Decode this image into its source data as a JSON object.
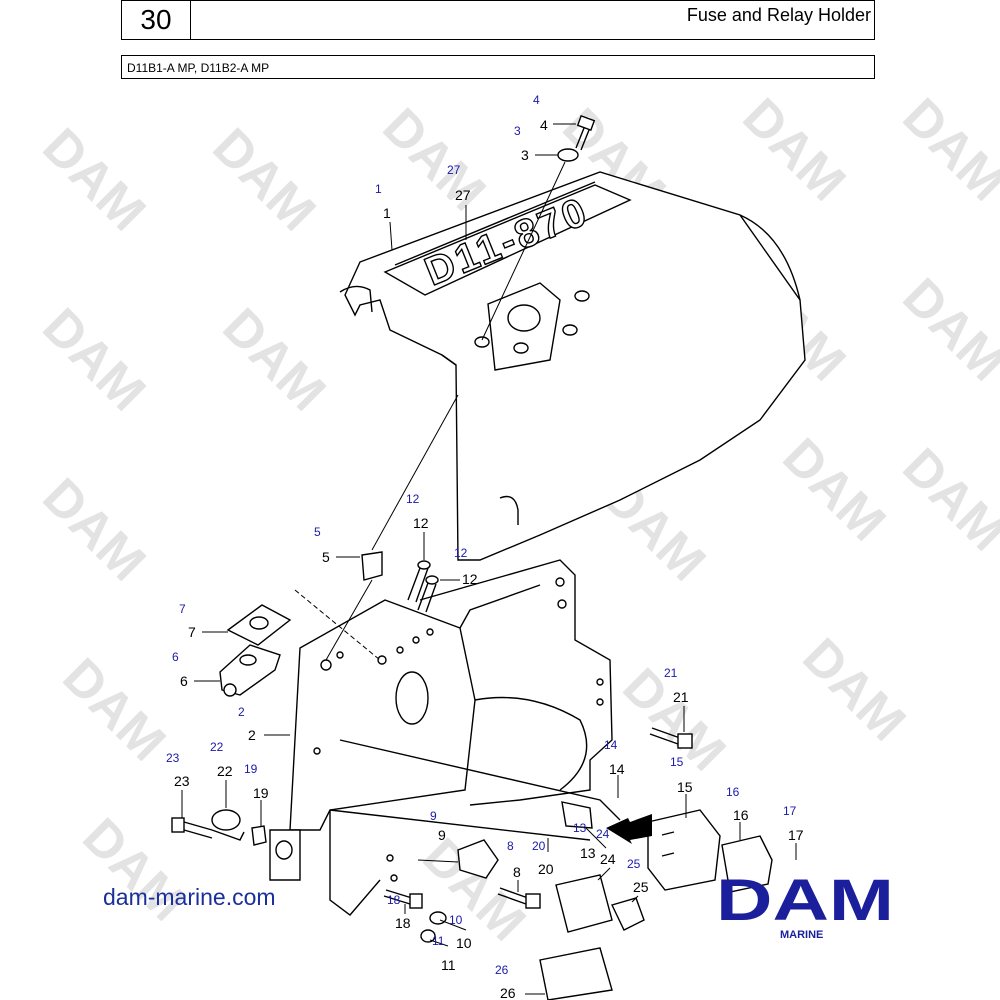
{
  "header": {
    "page_number": "30",
    "title": "Fuse and Relay Holder"
  },
  "models": "D11B1-A MP, D11B2-A MP",
  "cover_text": "D11-870",
  "watermark": "DAM",
  "website": "dam-marine.com",
  "logo": {
    "main": "DAM",
    "sub": "MARINE",
    "color": "#1b1f9c"
  },
  "labels": {
    "p1": "1",
    "p2": "2",
    "p3": "3",
    "p4": "4",
    "p5": "5",
    "p6": "6",
    "p7": "7",
    "p8": "8",
    "p9": "9",
    "p10": "10",
    "p11": "11",
    "p12a": "12",
    "p12b": "12",
    "p13": "13",
    "p14": "14",
    "p15": "15",
    "p16": "16",
    "p17": "17",
    "p18": "18",
    "p19": "19",
    "p20": "20",
    "p21": "21",
    "p22": "22",
    "p23": "23",
    "p24": "24",
    "p25": "25",
    "p26": "26",
    "p27": "27"
  },
  "refs": {
    "r1": "1",
    "r2": "2",
    "r3": "3",
    "r4": "4",
    "r5": "5",
    "r6": "6",
    "r7": "7",
    "r8": "8",
    "r9": "9",
    "r10": "10",
    "r11": "11",
    "r12a": "12",
    "r12b": "12",
    "r13": "13",
    "r14": "14",
    "r15": "15",
    "r16": "16",
    "r17": "17",
    "r18": "18",
    "r19": "19",
    "r20": "20",
    "r21": "21",
    "r22": "22",
    "r23": "23",
    "r24": "24",
    "r25": "25",
    "r26": "26",
    "r27": "27"
  }
}
